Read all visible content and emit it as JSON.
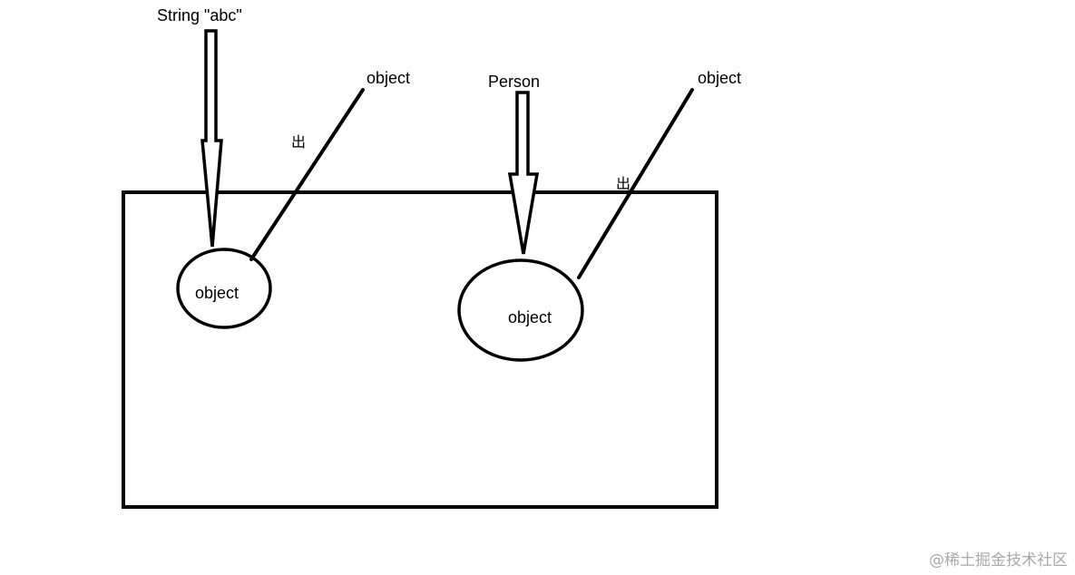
{
  "labels": {
    "string_abc": "String \"abc\"",
    "object_top_left": "object",
    "person": "Person",
    "object_top_right": "object",
    "object_left_ellipse": "object",
    "object_right_ellipse": "object",
    "out_left": "出",
    "out_right": "出"
  },
  "watermark": "@稀土掘金技术社区",
  "colors": {
    "stroke": "#000000",
    "background": "#ffffff",
    "watermark": "#a9a9a9"
  }
}
